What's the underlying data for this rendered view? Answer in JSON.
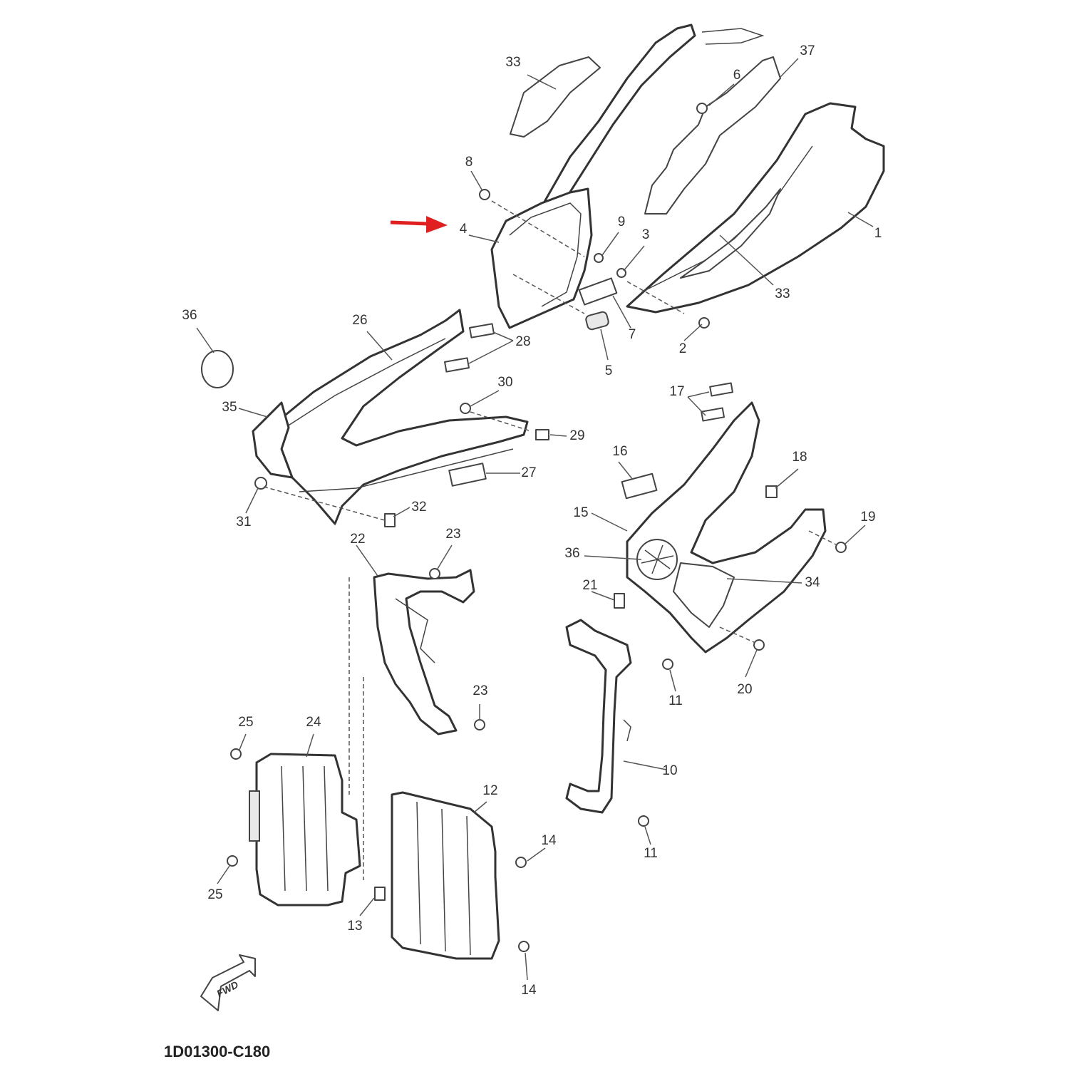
{
  "diagram": {
    "code": "1D01300-C180",
    "fwd_label": "FWD",
    "highlight_color": "#e02020",
    "callouts": [
      {
        "id": "c1",
        "label": "1"
      },
      {
        "id": "c2",
        "label": "2"
      },
      {
        "id": "c3",
        "label": "3"
      },
      {
        "id": "c4",
        "label": "4"
      },
      {
        "id": "c5",
        "label": "5"
      },
      {
        "id": "c6",
        "label": "6"
      },
      {
        "id": "c7",
        "label": "7"
      },
      {
        "id": "c8",
        "label": "8"
      },
      {
        "id": "c9",
        "label": "9"
      },
      {
        "id": "c10",
        "label": "10"
      },
      {
        "id": "c11a",
        "label": "11"
      },
      {
        "id": "c11b",
        "label": "11"
      },
      {
        "id": "c12",
        "label": "12"
      },
      {
        "id": "c13",
        "label": "13"
      },
      {
        "id": "c14a",
        "label": "14"
      },
      {
        "id": "c14b",
        "label": "14"
      },
      {
        "id": "c15",
        "label": "15"
      },
      {
        "id": "c16",
        "label": "16"
      },
      {
        "id": "c17",
        "label": "17"
      },
      {
        "id": "c18",
        "label": "18"
      },
      {
        "id": "c19",
        "label": "19"
      },
      {
        "id": "c20",
        "label": "20"
      },
      {
        "id": "c21",
        "label": "21"
      },
      {
        "id": "c22",
        "label": "22"
      },
      {
        "id": "c23a",
        "label": "23"
      },
      {
        "id": "c23b",
        "label": "23"
      },
      {
        "id": "c24",
        "label": "24"
      },
      {
        "id": "c25a",
        "label": "25"
      },
      {
        "id": "c25b",
        "label": "25"
      },
      {
        "id": "c26",
        "label": "26"
      },
      {
        "id": "c27",
        "label": "27"
      },
      {
        "id": "c28",
        "label": "28"
      },
      {
        "id": "c29",
        "label": "29"
      },
      {
        "id": "c30",
        "label": "30"
      },
      {
        "id": "c31",
        "label": "31"
      },
      {
        "id": "c32",
        "label": "32"
      },
      {
        "id": "c33a",
        "label": "33"
      },
      {
        "id": "c33b",
        "label": "33"
      },
      {
        "id": "c34",
        "label": "34"
      },
      {
        "id": "c35",
        "label": "35"
      },
      {
        "id": "c36a",
        "label": "36"
      },
      {
        "id": "c36b",
        "label": "36"
      },
      {
        "id": "c37",
        "label": "37"
      }
    ]
  }
}
